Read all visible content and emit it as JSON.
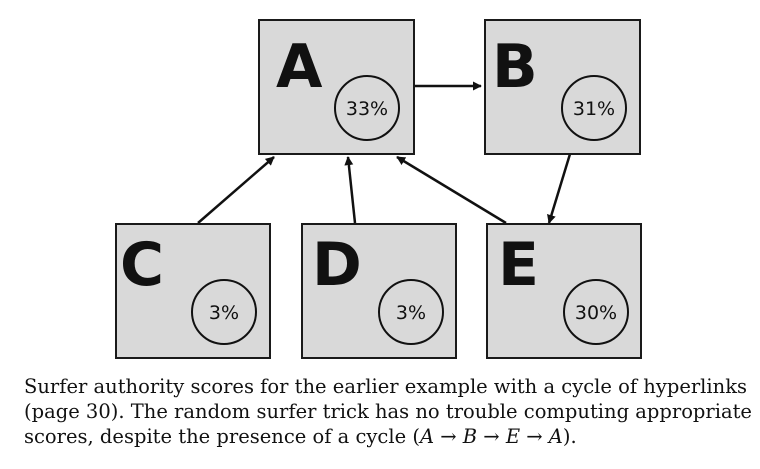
{
  "nodes": {
    "A": {
      "label": "A",
      "score": "33%"
    },
    "B": {
      "label": "B",
      "score": "31%"
    },
    "C": {
      "label": "C",
      "score": "3%"
    },
    "D": {
      "label": "D",
      "score": "3%"
    },
    "E": {
      "label": "E",
      "score": "30%"
    }
  },
  "edges": [
    {
      "from": "A",
      "to": "B"
    },
    {
      "from": "B",
      "to": "E"
    },
    {
      "from": "C",
      "to": "A"
    },
    {
      "from": "D",
      "to": "A"
    },
    {
      "from": "E",
      "to": "A"
    }
  ],
  "caption": {
    "line1": "Surfer authority scores for the earlier example with a cycle of hyperlinks",
    "line2": "(page 30). The random surfer trick has no trouble computing appropriate",
    "line3_prefix": "scores, despite the presence of a cycle (",
    "line3_math": "A → B → E → A",
    "line3_suffix": ")."
  }
}
